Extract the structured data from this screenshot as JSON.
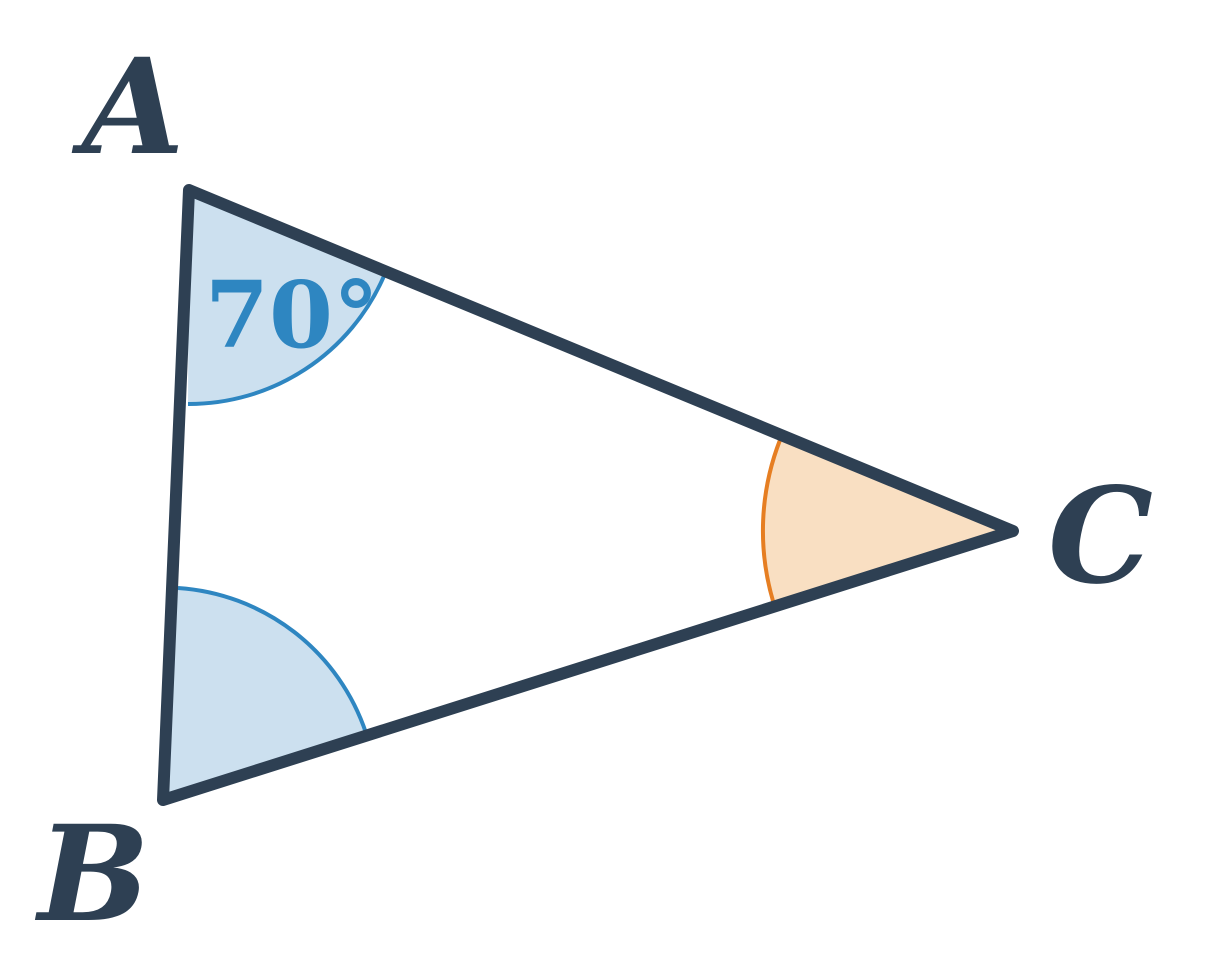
{
  "diagram": {
    "vertices": {
      "A": {
        "label": "A"
      },
      "B": {
        "label": "B"
      },
      "C": {
        "label": "C"
      }
    },
    "angles": {
      "A": {
        "label": "70°",
        "color": "#2e86c1",
        "fill": "#cce0ef"
      },
      "B": {
        "color": "#2e86c1",
        "fill": "#cce0ef"
      },
      "C": {
        "color": "#e67e22",
        "fill": "#f9dfc2"
      }
    },
    "colors": {
      "edge": "#2e4053",
      "vertex_label": "#2e4053",
      "angle_label": "#2e86c1"
    }
  }
}
